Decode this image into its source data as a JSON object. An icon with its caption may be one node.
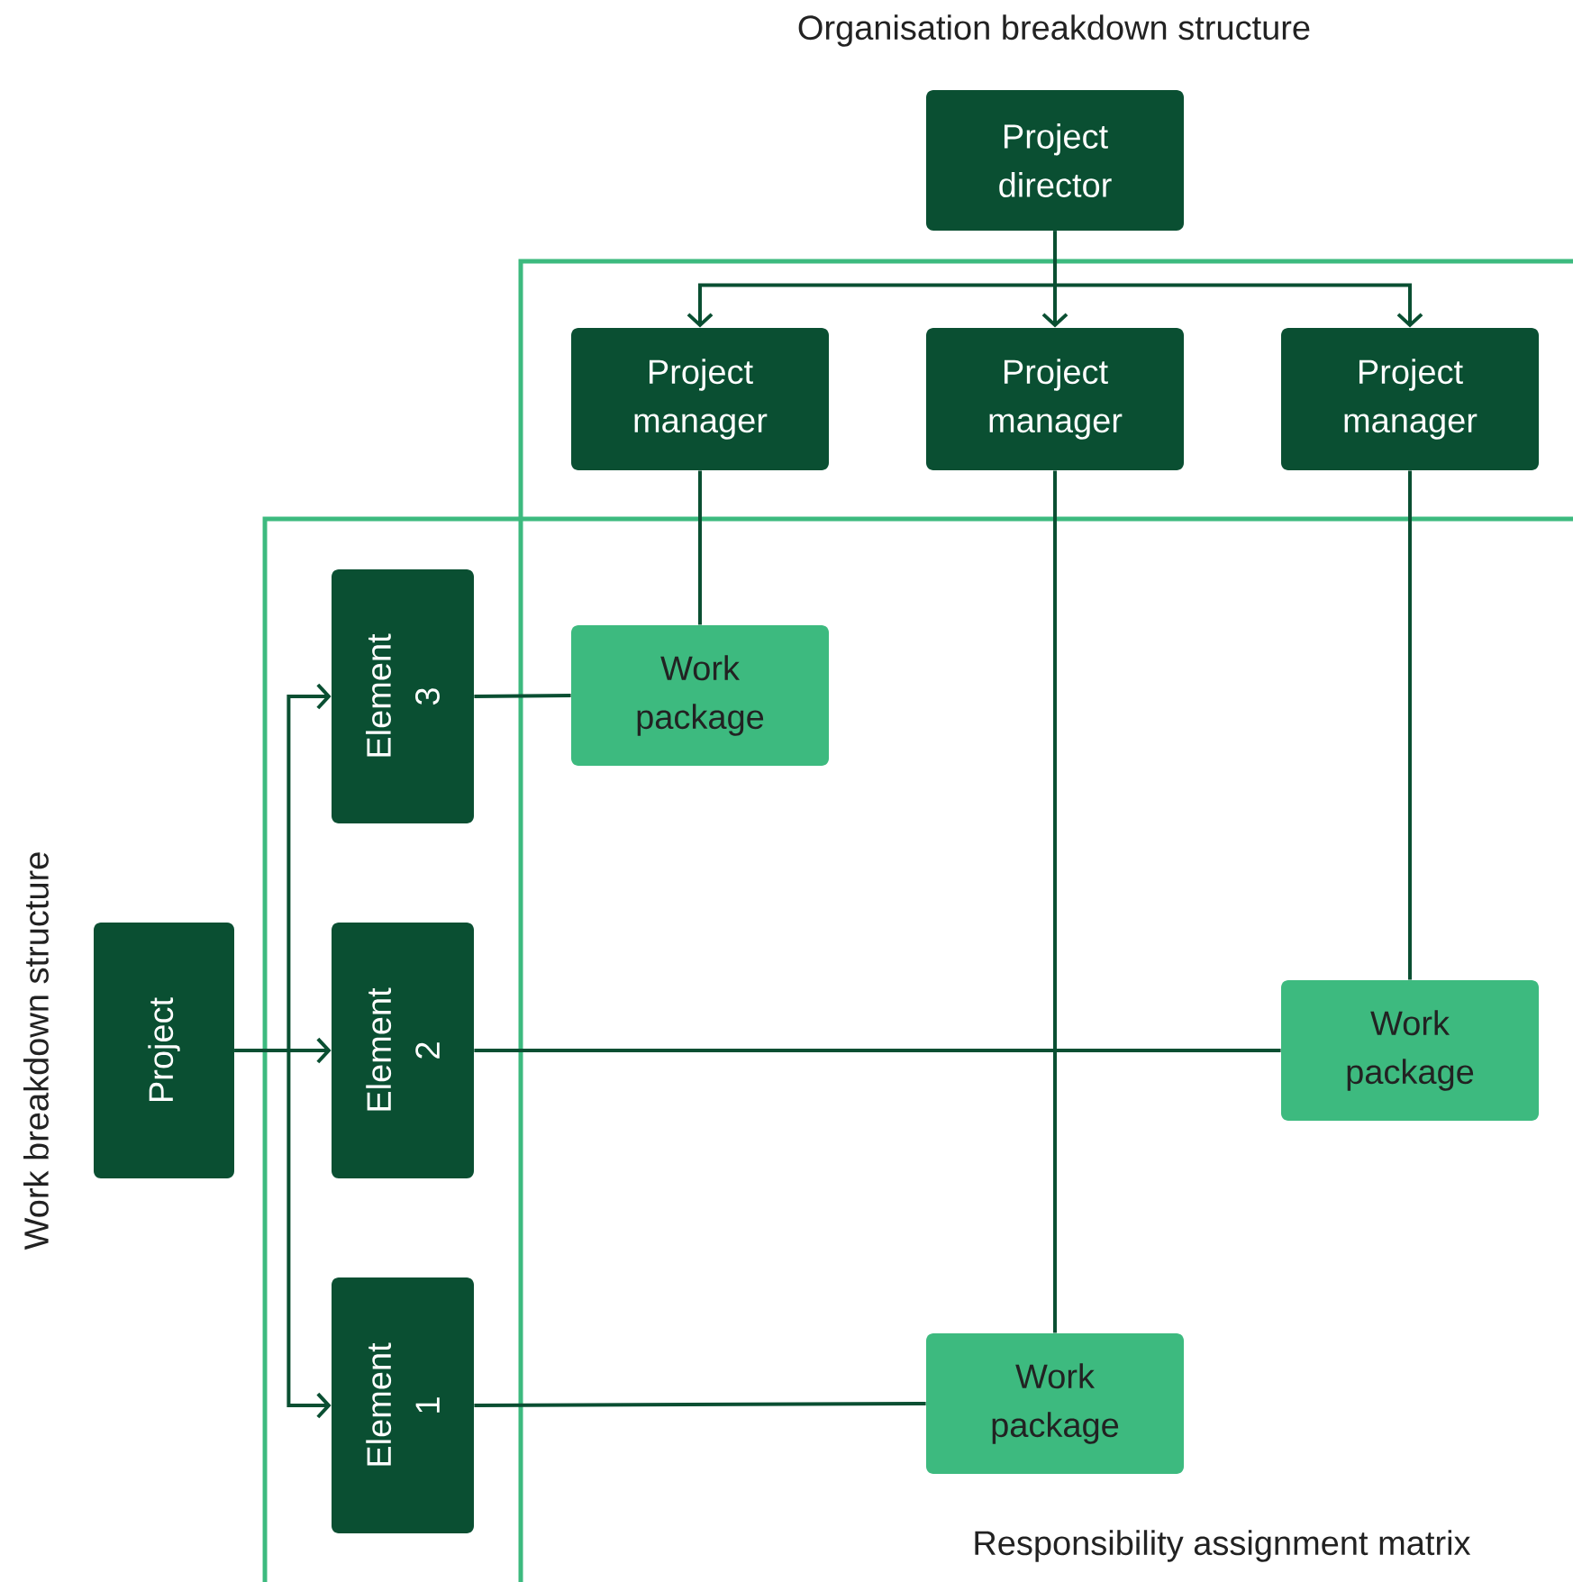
{
  "diagram": {
    "nodes": [
      {
        "text": [
          "Project director"
        ]
      },
      {
        "text": [
          "Project manager"
        ]
      },
      {
        "text": [
          "Project manager"
        ]
      },
      {
        "text": [
          "Project manager"
        ]
      },
      {
        "text": [
          "Project"
        ]
      },
      {
        "text": [
          "Element 3"
        ]
      },
      {
        "text": [
          "Element 2"
        ]
      },
      {
        "text": [
          "Element 1"
        ]
      },
      {
        "text": [
          "Work package"
        ]
      },
      {
        "text": [
          "Work package"
        ]
      },
      {
        "text": [
          "Work package"
        ]
      }
    ],
    "edges": [
      {
        "from": 0,
        "to": 1,
        "arrow": "to"
      },
      {
        "from": 0,
        "to": 2,
        "arrow": "to"
      },
      {
        "from": 0,
        "to": 3,
        "arrow": "to"
      },
      {
        "from": 4,
        "to": 5,
        "arrow": "to"
      },
      {
        "from": 4,
        "to": 6,
        "arrow": "to"
      },
      {
        "from": 4,
        "to": 7,
        "arrow": "to"
      },
      {
        "from": 1,
        "to": 8,
        "arrow": "none"
      },
      {
        "from": 5,
        "to": 8,
        "arrow": "none"
      },
      {
        "from": 3,
        "to": 9,
        "arrow": "none"
      },
      {
        "from": 6,
        "to": 9,
        "arrow": "none"
      },
      {
        "from": 2,
        "to": 10,
        "arrow": "none"
      },
      {
        "from": 7,
        "to": 10,
        "arrow": "none"
      }
    ],
    "labels": [
      "Organisation breakdown structure",
      "Work breakdown structure",
      "Responsibility assignment matrix"
    ]
  }
}
